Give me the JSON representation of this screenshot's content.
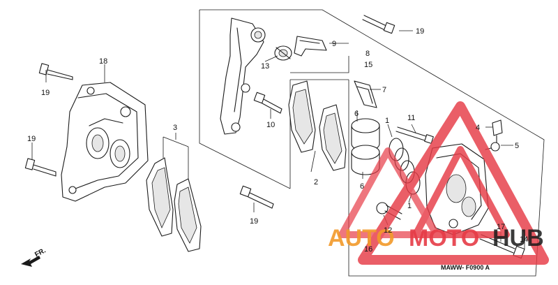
{
  "callouts": [
    "1",
    "1",
    "2",
    "3",
    "4",
    "5",
    "6",
    "6",
    "7",
    "8",
    "9",
    "10",
    "11",
    "12",
    "13",
    "14",
    "15",
    "16",
    "17",
    "18",
    "19",
    "19",
    "19",
    "19"
  ],
  "diagram_code": "MAWW- F0900 A",
  "direction_marker": "FR.",
  "watermark": {
    "left_text": "AUTO",
    "middle_text": "MOTO",
    "right_text": "HUB",
    "orange": "#f29a2a",
    "red": "#e63b46",
    "dark": "#1a1a1a"
  }
}
